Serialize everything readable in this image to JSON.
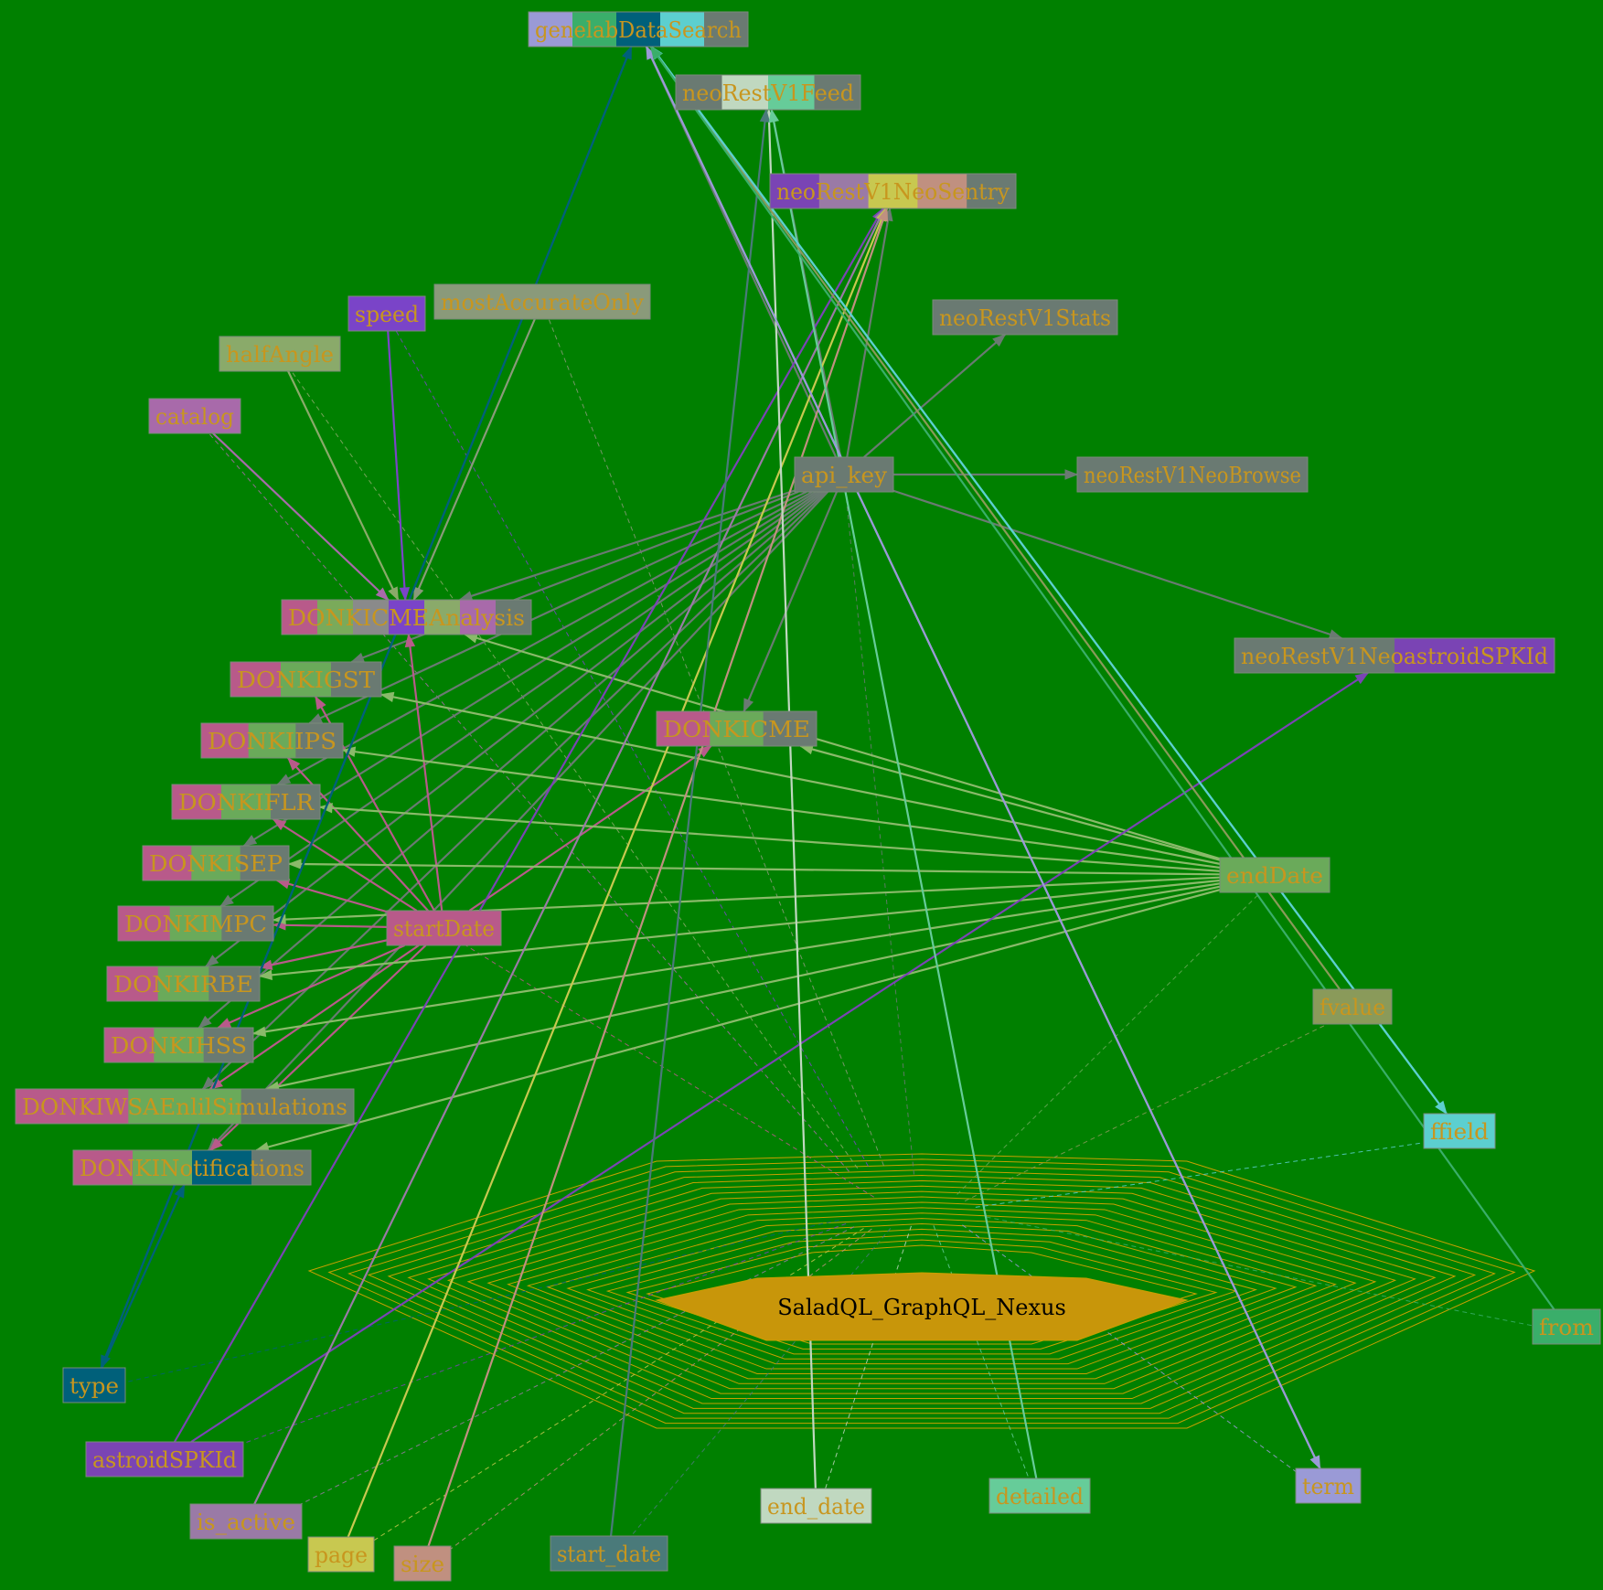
{
  "colors": {
    "background": "#008000",
    "node_text": "#c8961e",
    "hub_fill": "#c8960a",
    "hub_rings": "#c8a000"
  },
  "hub": {
    "label": "SaladQL_GraphQL_Nexus"
  },
  "nodes": [
    {
      "id": "genelabDataSearch",
      "label": "genelabDataSearch",
      "colors": [
        "#9a9ad6",
        "#3aae6a",
        "#00607a",
        "#5ccfcf",
        "#6a7a72"
      ]
    },
    {
      "id": "neoRestV1Feed",
      "label": "neoRestV1Feed",
      "colors": [
        "#6a7a72",
        "#c0d8c0",
        "#66cc99",
        "#6a7a72"
      ]
    },
    {
      "id": "neoRestV1NeoSentry",
      "label": "neoRestV1NeoSentry",
      "colors": [
        "#7a44b4",
        "#9a7aa6",
        "#c8c850",
        "#c09080",
        "#6a7a72"
      ]
    },
    {
      "id": "speed",
      "label": "speed",
      "colors": [
        "#7a44c8"
      ]
    },
    {
      "id": "mostAccurateOnly",
      "label": "mostAccurateOnly",
      "colors": [
        "#8a9a7a"
      ]
    },
    {
      "id": "halfAngle",
      "label": "halfAngle",
      "colors": [
        "#8aaa6a"
      ]
    },
    {
      "id": "catalog",
      "label": "catalog",
      "colors": [
        "#a86aaa"
      ]
    },
    {
      "id": "neoRestV1Stats",
      "label": "neoRestV1Stats",
      "colors": [
        "#6a7a72"
      ]
    },
    {
      "id": "api_key",
      "label": "api_key",
      "colors": [
        "#6a7a72"
      ]
    },
    {
      "id": "neoRestV1NeoBrowse",
      "label": "neoRestV1NeoBrowse",
      "colors": [
        "#6a7a72"
      ]
    },
    {
      "id": "DONKICMEAnalysis",
      "label": "DONKICMEAnalysis",
      "colors": [
        "#b85a8a",
        "#7aaa5a",
        "#8a8a8a",
        "#7a44c8",
        "#8aaa6a",
        "#a86aaa",
        "#6a7a72"
      ]
    },
    {
      "id": "neoRestV1NeoastroidSPKId",
      "label": "neoRestV1NeoastroidSPKId",
      "colors": [
        "#6a7a72",
        "#7a44b4"
      ]
    },
    {
      "id": "DONKIGST",
      "label": "DONKIGST",
      "colors": [
        "#b85a8a",
        "#6aaa5a",
        "#6a7a72"
      ]
    },
    {
      "id": "DONKICME",
      "label": "DONKICME",
      "colors": [
        "#b85a8a",
        "#6aaa5a",
        "#6a7a72"
      ]
    },
    {
      "id": "DONKIIPS",
      "label": "DONKIIPS",
      "colors": [
        "#b85a8a",
        "#6aaa5a",
        "#6a7a72"
      ]
    },
    {
      "id": "DONKIFLR",
      "label": "DONKIFLR",
      "colors": [
        "#b85a8a",
        "#6aaa5a",
        "#6a7a72"
      ]
    },
    {
      "id": "DONKISEP",
      "label": "DONKISEP",
      "colors": [
        "#b85a8a",
        "#6aaa5a",
        "#6a7a72"
      ]
    },
    {
      "id": "endDate",
      "label": "endDate",
      "colors": [
        "#6aaa5a"
      ]
    },
    {
      "id": "DONKIMPC",
      "label": "DONKIMPC",
      "colors": [
        "#b85a8a",
        "#6aaa5a",
        "#6a7a72"
      ]
    },
    {
      "id": "startDate",
      "label": "startDate",
      "colors": [
        "#b85a8a"
      ]
    },
    {
      "id": "DONKIRBE",
      "label": "DONKIRBE",
      "colors": [
        "#b85a8a",
        "#6aaa5a",
        "#6a7a72"
      ]
    },
    {
      "id": "fvalue",
      "label": "fvalue",
      "colors": [
        "#8a9a5a"
      ]
    },
    {
      "id": "DONKIHSS",
      "label": "DONKIHSS",
      "colors": [
        "#b85a8a",
        "#6aaa5a",
        "#6a7a72"
      ]
    },
    {
      "id": "DONKIWSAEnlilSimulations",
      "label": "DONKIWSAEnlilSimulations",
      "colors": [
        "#b85a8a",
        "#6aaa5a",
        "#6a7a72"
      ]
    },
    {
      "id": "ffield",
      "label": "ffield",
      "colors": [
        "#5ccfcf"
      ]
    },
    {
      "id": "DONKINotifications",
      "label": "DONKINotifications",
      "colors": [
        "#b85a8a",
        "#6aaa5a",
        "#00607a",
        "#6a7a72"
      ]
    },
    {
      "id": "from",
      "label": "from",
      "colors": [
        "#3aae6a"
      ]
    },
    {
      "id": "type",
      "label": "type",
      "colors": [
        "#00607a"
      ]
    },
    {
      "id": "astroidSPKId",
      "label": "astroidSPKId",
      "colors": [
        "#7a44b4"
      ]
    },
    {
      "id": "is_active",
      "label": "is_active",
      "colors": [
        "#9a7aa6"
      ]
    },
    {
      "id": "end_date",
      "label": "end_date",
      "colors": [
        "#c0d8c0"
      ]
    },
    {
      "id": "detailed",
      "label": "detailed",
      "colors": [
        "#66cc99"
      ]
    },
    {
      "id": "term",
      "label": "term",
      "colors": [
        "#9a9ad6"
      ]
    },
    {
      "id": "page",
      "label": "page",
      "colors": [
        "#c8c850"
      ]
    },
    {
      "id": "size",
      "label": "size",
      "colors": [
        "#c09080"
      ]
    },
    {
      "id": "start_date",
      "label": "start_date",
      "colors": [
        "#4a7a7a"
      ]
    }
  ],
  "edges": [
    {
      "from": "api_key",
      "to": "genelabDataSearch",
      "color": "#6a7a72"
    },
    {
      "from": "api_key",
      "to": "neoRestV1Feed",
      "color": "#6a7a72"
    },
    {
      "from": "api_key",
      "to": "neoRestV1NeoSentry",
      "color": "#6a7a72"
    },
    {
      "from": "api_key",
      "to": "neoRestV1Stats",
      "color": "#6a7a72"
    },
    {
      "from": "api_key",
      "to": "neoRestV1NeoBrowse",
      "color": "#6a7a72"
    },
    {
      "from": "api_key",
      "to": "neoRestV1NeoastroidSPKId",
      "color": "#6a7a72"
    },
    {
      "from": "api_key",
      "to": "DONKICMEAnalysis",
      "color": "#6a7a72"
    },
    {
      "from": "api_key",
      "to": "DONKIGST",
      "color": "#6a7a72"
    },
    {
      "from": "api_key",
      "to": "DONKICME",
      "color": "#6a7a72"
    },
    {
      "from": "api_key",
      "to": "DONKIIPS",
      "color": "#6a7a72"
    },
    {
      "from": "api_key",
      "to": "DONKIFLR",
      "color": "#6a7a72"
    },
    {
      "from": "api_key",
      "to": "DONKISEP",
      "color": "#6a7a72"
    },
    {
      "from": "api_key",
      "to": "DONKIMPC",
      "color": "#6a7a72"
    },
    {
      "from": "api_key",
      "to": "DONKIRBE",
      "color": "#6a7a72"
    },
    {
      "from": "api_key",
      "to": "DONKIHSS",
      "color": "#6a7a72"
    },
    {
      "from": "api_key",
      "to": "DONKIWSAEnlilSimulations",
      "color": "#6a7a72"
    },
    {
      "from": "api_key",
      "to": "DONKINotifications",
      "color": "#6a7a72"
    },
    {
      "from": "startDate",
      "to": "DONKICMEAnalysis",
      "color": "#b85a8a"
    },
    {
      "from": "startDate",
      "to": "DONKIGST",
      "color": "#b85a8a"
    },
    {
      "from": "startDate",
      "to": "DONKICME",
      "color": "#b85a8a"
    },
    {
      "from": "startDate",
      "to": "DONKIIPS",
      "color": "#b85a8a"
    },
    {
      "from": "startDate",
      "to": "DONKIFLR",
      "color": "#b85a8a"
    },
    {
      "from": "startDate",
      "to": "DONKISEP",
      "color": "#b85a8a"
    },
    {
      "from": "startDate",
      "to": "DONKIMPC",
      "color": "#b85a8a"
    },
    {
      "from": "startDate",
      "to": "DONKIRBE",
      "color": "#b85a8a"
    },
    {
      "from": "startDate",
      "to": "DONKIHSS",
      "color": "#b85a8a"
    },
    {
      "from": "startDate",
      "to": "DONKIWSAEnlilSimulations",
      "color": "#b85a8a"
    },
    {
      "from": "startDate",
      "to": "DONKINotifications",
      "color": "#b85a8a"
    },
    {
      "from": "endDate",
      "to": "DONKICMEAnalysis",
      "color": "#8aba6a"
    },
    {
      "from": "endDate",
      "to": "DONKIGST",
      "color": "#8aba6a"
    },
    {
      "from": "endDate",
      "to": "DONKICME",
      "color": "#8aba6a"
    },
    {
      "from": "endDate",
      "to": "DONKIIPS",
      "color": "#8aba6a"
    },
    {
      "from": "endDate",
      "to": "DONKIFLR",
      "color": "#8aba6a"
    },
    {
      "from": "endDate",
      "to": "DONKISEP",
      "color": "#8aba6a"
    },
    {
      "from": "endDate",
      "to": "DONKIMPC",
      "color": "#8aba6a"
    },
    {
      "from": "endDate",
      "to": "DONKIRBE",
      "color": "#8aba6a"
    },
    {
      "from": "endDate",
      "to": "DONKIHSS",
      "color": "#8aba6a"
    },
    {
      "from": "endDate",
      "to": "DONKIWSAEnlilSimulations",
      "color": "#8aba6a"
    },
    {
      "from": "endDate",
      "to": "DONKINotifications",
      "color": "#8aba6a"
    },
    {
      "from": "speed",
      "to": "DONKICMEAnalysis",
      "color": "#7a44c8"
    },
    {
      "from": "mostAccurateOnly",
      "to": "DONKICMEAnalysis",
      "color": "#8a9a7a"
    },
    {
      "from": "halfAngle",
      "to": "DONKICMEAnalysis",
      "color": "#8aaa6a"
    },
    {
      "from": "catalog",
      "to": "DONKICMEAnalysis",
      "color": "#a86aaa"
    },
    {
      "from": "type",
      "to": "DONKINotifications",
      "color": "#00607a"
    },
    {
      "from": "type",
      "to": "genelabDataSearch",
      "color": "#00607a"
    },
    {
      "from": "genelabDataSearch",
      "to": "type",
      "color": "#00607a"
    },
    {
      "from": "astroidSPKId",
      "to": "neoRestV1NeoastroidSPKId",
      "color": "#7a44b4"
    },
    {
      "from": "astroidSPKId",
      "to": "neoRestV1NeoSentry",
      "color": "#7a44b4"
    },
    {
      "from": "is_active",
      "to": "neoRestV1NeoSentry",
      "color": "#9a7aa6"
    },
    {
      "from": "page",
      "to": "neoRestV1NeoSentry",
      "color": "#c8c850"
    },
    {
      "from": "size",
      "to": "neoRestV1NeoSentry",
      "color": "#c09080"
    },
    {
      "from": "end_date",
      "to": "neoRestV1Feed",
      "color": "#c0d8c0"
    },
    {
      "from": "start_date",
      "to": "neoRestV1Feed",
      "color": "#4a7a7a"
    },
    {
      "from": "detailed",
      "to": "neoRestV1Feed",
      "color": "#66cc99"
    },
    {
      "from": "term",
      "to": "genelabDataSearch",
      "color": "#9a9ad6"
    },
    {
      "from": "genelabDataSearch",
      "to": "term",
      "color": "#9a9ad6"
    },
    {
      "from": "fvalue",
      "to": "genelabDataSearch",
      "color": "#8a9a5a"
    },
    {
      "from": "ffield",
      "to": "genelabDataSearch",
      "color": "#5ccfcf"
    },
    {
      "from": "genelabDataSearch",
      "to": "ffield",
      "color": "#5ccfcf"
    },
    {
      "from": "from",
      "to": "genelabDataSearch",
      "color": "#3aae6a"
    }
  ],
  "dashed_links": [
    {
      "node": "catalog",
      "color": "#a86aaa"
    },
    {
      "node": "halfAngle",
      "color": "#8aaa6a"
    },
    {
      "node": "speed",
      "color": "#7a44c8"
    },
    {
      "node": "mostAccurateOnly",
      "color": "#8a9a7a"
    },
    {
      "node": "api_key",
      "color": "#6a7a72"
    },
    {
      "node": "startDate",
      "color": "#b85a8a"
    },
    {
      "node": "endDate",
      "color": "#6aaa5a"
    },
    {
      "node": "fvalue",
      "color": "#8a9a5a"
    },
    {
      "node": "ffield",
      "color": "#5ccfcf"
    },
    {
      "node": "from",
      "color": "#3aae6a"
    },
    {
      "node": "type",
      "color": "#00607a"
    },
    {
      "node": "astroidSPKId",
      "color": "#7a44b4"
    },
    {
      "node": "is_active",
      "color": "#9a7aa6"
    },
    {
      "node": "page",
      "color": "#c8c850"
    },
    {
      "node": "size",
      "color": "#c09080"
    },
    {
      "node": "start_date",
      "color": "#4a7a7a"
    },
    {
      "node": "end_date",
      "color": "#c0d8c0"
    },
    {
      "node": "detailed",
      "color": "#66cc99"
    },
    {
      "node": "term",
      "color": "#9a9ad6"
    }
  ]
}
